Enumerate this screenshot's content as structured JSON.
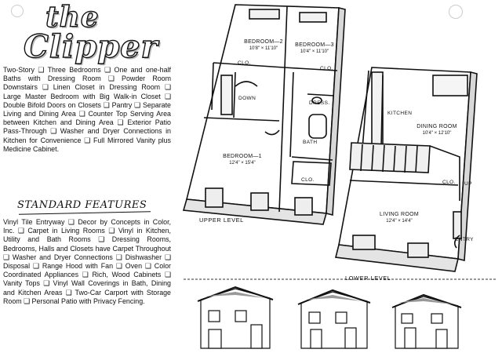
{
  "title": {
    "line1": "the",
    "line2": "Clipper"
  },
  "description": "Two-Story ❑ Three Bedrooms ❑ One and one-half Baths with Dressing Room ❑ Powder Room Downstairs ❑ Linen Closet in Dressing Room ❑ Large Master Bedroom with Big Walk-in Closet ❑ Double Bifold Doors on Closets ❑ Pantry ❑ Separate Living and Dining Area ❑ Counter Top Serving Area between Kitchen and Dining Area ❑ Exterior Patio Pass-Through ❑ Washer and Dryer Connections in Kitchen for Convenience ❑ Full Mirrored Vanity plus Medicine Cabinet.",
  "standard_features": {
    "heading": "STANDARD FEATURES",
    "text": "Vinyl Tile Entryway ❑ Decor by Concepts in Color, Inc. ❑ Carpet in Living Rooms ❑ Vinyl in Kitchen, Utility and Bath Rooms ❑ Dressing Rooms, Bedrooms, Halls and Closets have Carpet Throughout ❑ Washer and Dryer Connections ❑ Dishwasher ❑ Disposal ❑ Range Hood with Fan ❑ Oven ❑ Color Coordinated Appliances ❑ Rich, Wood Cabinets ❑ Vanity Tops ❑ Vinyl Wall Coverings in Bath, Dining and Kitchen Areas ❑ Two-Car Carport with Storage Room ❑ Personal Patio with Privacy Fencing."
  },
  "upper_level": {
    "label": "UPPER LEVEL",
    "bedroom2": {
      "name": "BEDROOM—2",
      "dims": "10'8\" × 11'10\""
    },
    "bedroom3": {
      "name": "BEDROOM—3",
      "dims": "10'4\" × 11'10\""
    },
    "bedroom1": {
      "name": "BEDROOM—1",
      "dims": "12'4\" × 15'4\""
    },
    "closet_left": "CLO.",
    "closet_right": "CLO.",
    "closet_bottom": "CLO.",
    "down": "DOWN",
    "dress": "DRESS.",
    "bath": "BATH"
  },
  "lower_level": {
    "label": "LOWER LEVEL",
    "kitchen": "KITCHEN",
    "dining": {
      "name": "DINING ROOM",
      "dims": "10'4\" × 12'10\""
    },
    "living": {
      "name": "LIVING ROOM",
      "dims": "12'4\" × 14'4\""
    },
    "closet": "CLO.",
    "up": "UP",
    "entry": "ENTRY"
  }
}
